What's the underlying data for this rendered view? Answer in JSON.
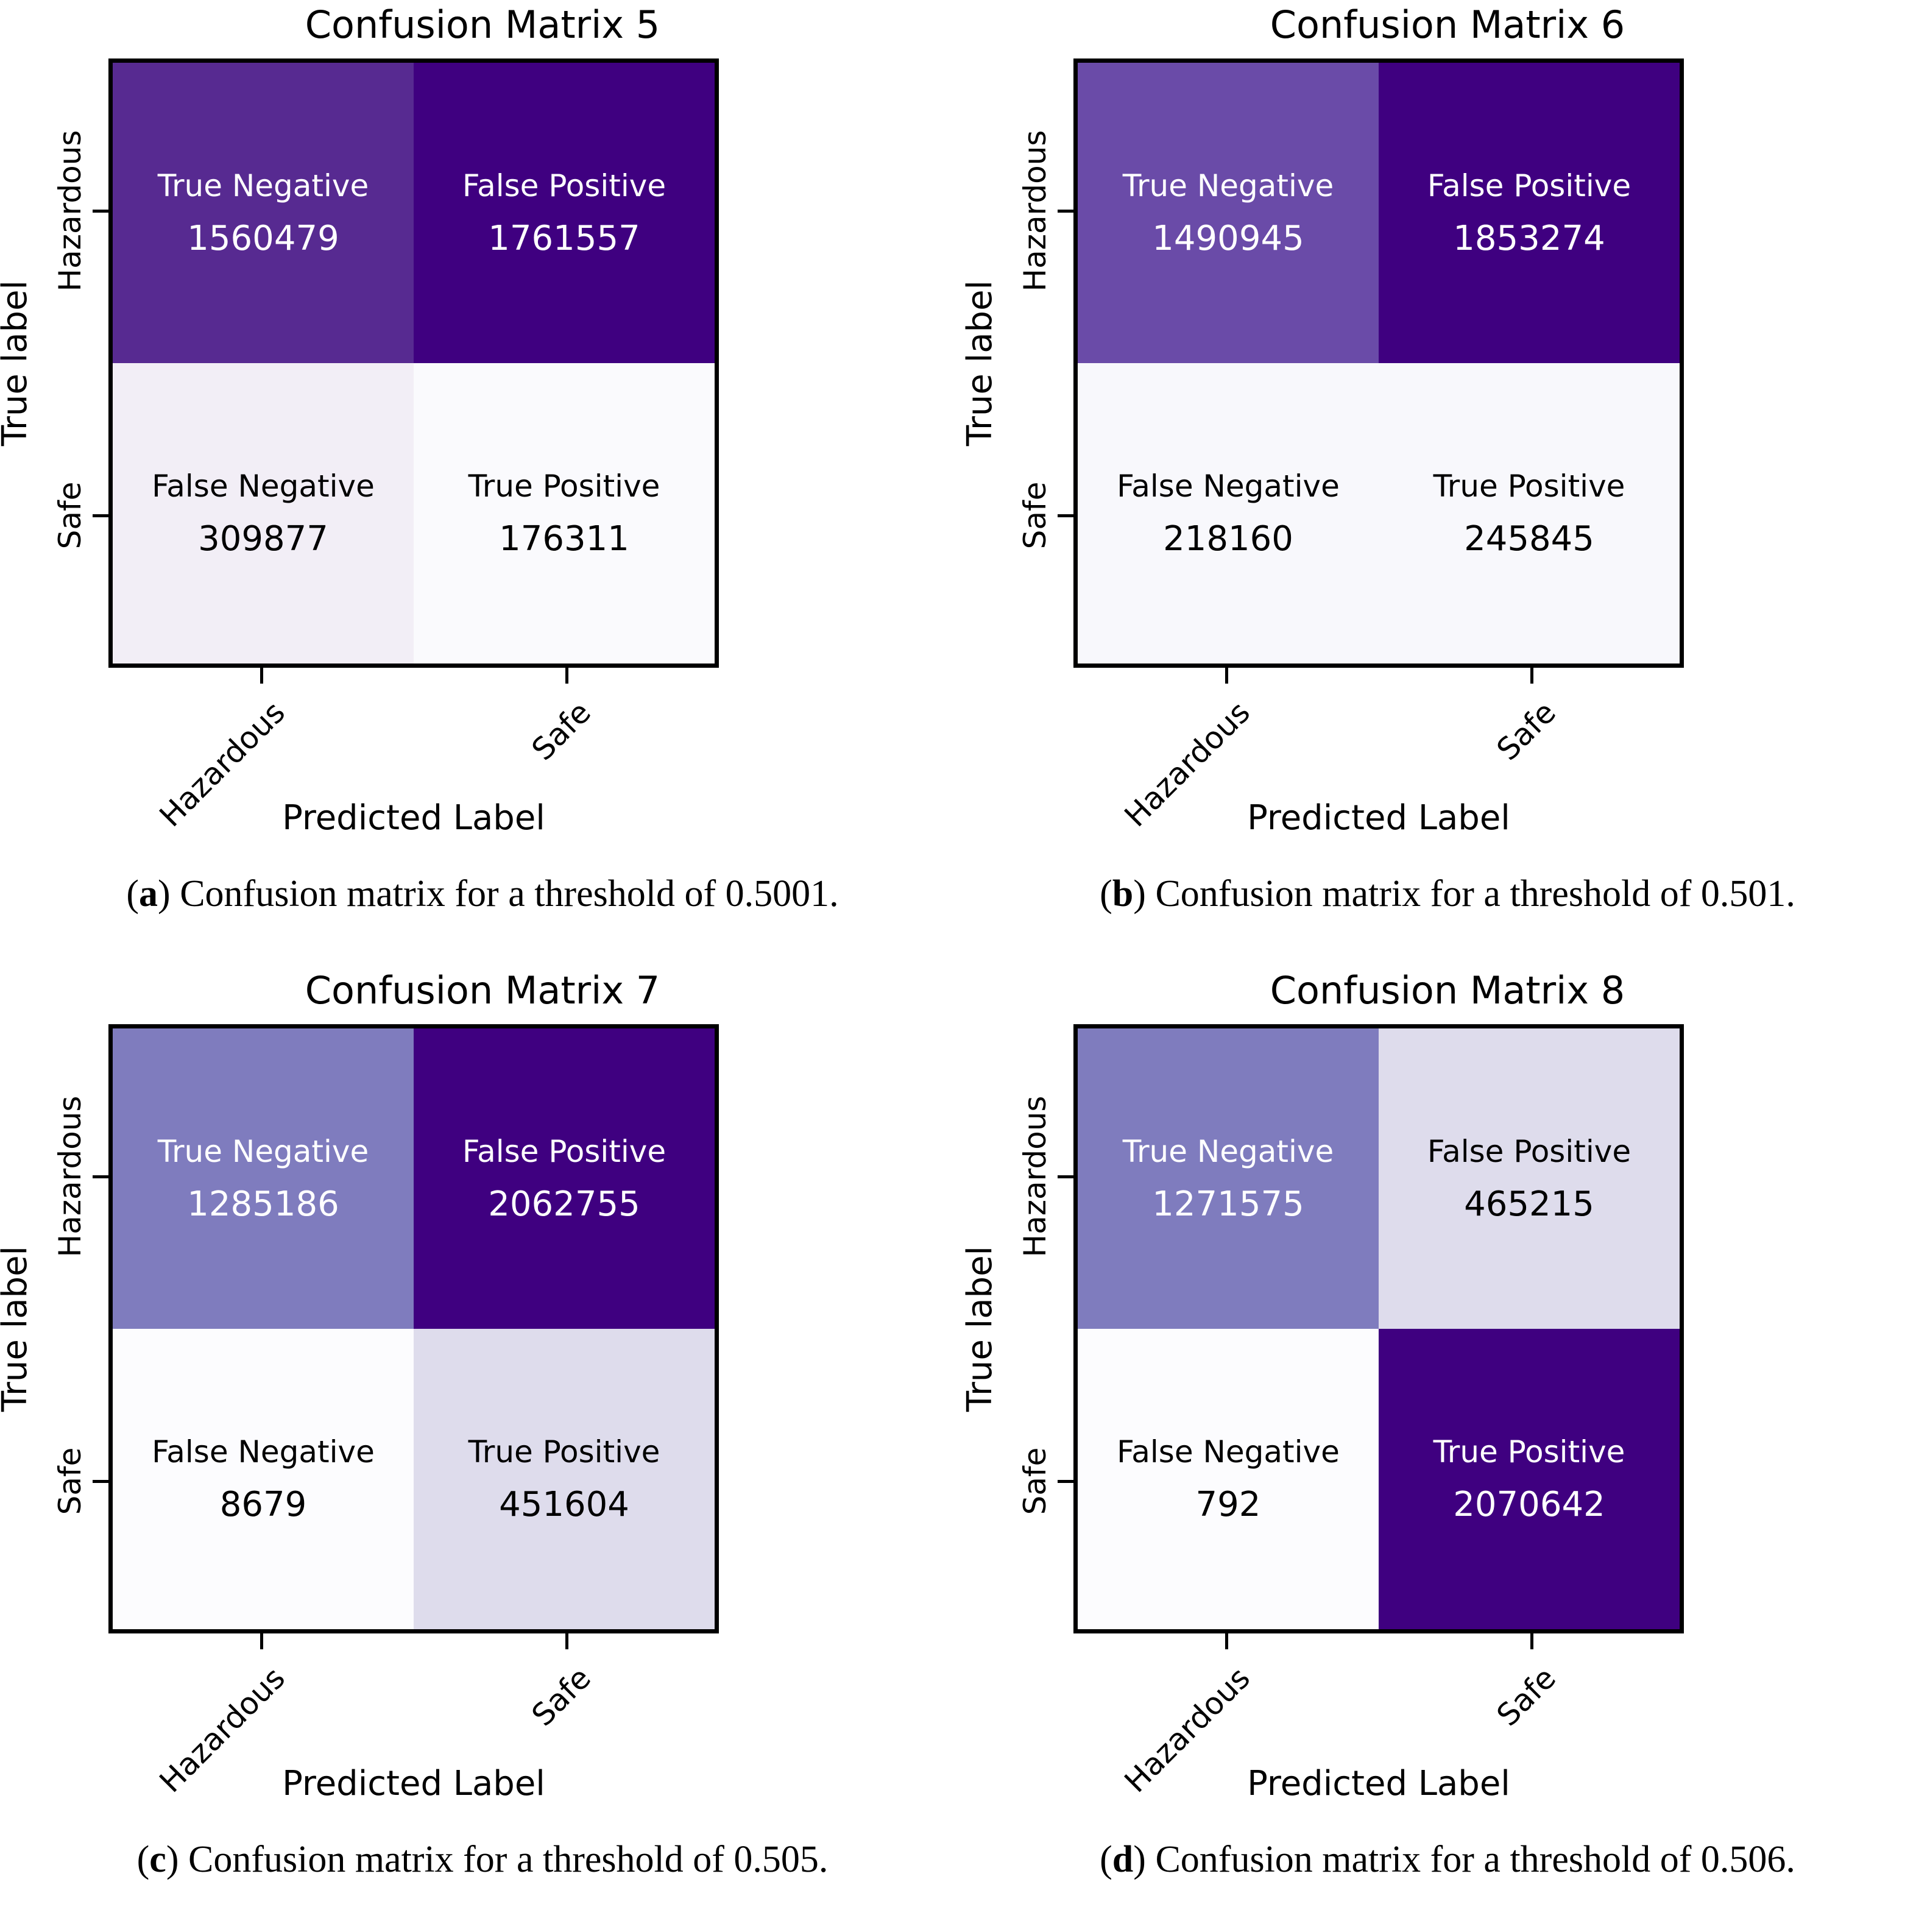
{
  "figure": {
    "axis_labels": {
      "y": "True label",
      "x": "Predicted Label"
    },
    "class_labels": [
      "Hazardous",
      "Safe"
    ],
    "cell_names": {
      "tn": "True Negative",
      "fp": "False Positive",
      "fn": "False Negative",
      "tp": "True Positive"
    },
    "colors": {
      "deepest": "#3F0080",
      "mid": "#572A91",
      "light_mid": "#7F7CBE",
      "pale": "#DEDCEC",
      "paler": "#F2EEF6",
      "palest": "#FCFCFE",
      "axis": "#000000"
    }
  },
  "chart_data": [
    {
      "type": "heatmap",
      "title": "Confusion Matrix 5",
      "xlabel": "Predicted Label",
      "ylabel": "True label",
      "xticklabels": [
        "Hazardous",
        "Safe"
      ],
      "yticklabels": [
        "Hazardous",
        "Safe"
      ],
      "cells": [
        {
          "name": "True Negative",
          "value": 1560479,
          "value_text": "1560479",
          "row": 0,
          "col": 0,
          "bg": "#572A91",
          "fg": "#ffffff"
        },
        {
          "name": "False Positive",
          "value": 1761557,
          "value_text": "1761557",
          "row": 0,
          "col": 1,
          "bg": "#3F0080",
          "fg": "#ffffff"
        },
        {
          "name": "False Negative",
          "value": 309877,
          "value_text": "309877",
          "row": 1,
          "col": 0,
          "bg": "#F2EEF6",
          "fg": "#000000"
        },
        {
          "name": "True Positive",
          "value": 176311,
          "value_text": "176311",
          "row": 1,
          "col": 1,
          "bg": "#FAFAFD",
          "fg": "#000000"
        }
      ],
      "caption_letter": "a",
      "caption_text": "Confusion matrix for a threshold of 0.5001."
    },
    {
      "type": "heatmap",
      "title": "Confusion Matrix 6",
      "xlabel": "Predicted Label",
      "ylabel": "True label",
      "xticklabels": [
        "Hazardous",
        "Safe"
      ],
      "yticklabels": [
        "Hazardous",
        "Safe"
      ],
      "cells": [
        {
          "name": "True Negative",
          "value": 1490945,
          "value_text": "1490945",
          "row": 0,
          "col": 0,
          "bg": "#6A4BA8",
          "fg": "#ffffff"
        },
        {
          "name": "False Positive",
          "value": 1853274,
          "value_text": "1853274",
          "row": 0,
          "col": 1,
          "bg": "#3F0080",
          "fg": "#ffffff"
        },
        {
          "name": "False Negative",
          "value": 218160,
          "value_text": "218160",
          "row": 1,
          "col": 0,
          "bg": "#F8F8FC",
          "fg": "#000000"
        },
        {
          "name": "True Positive",
          "value": 245845,
          "value_text": "245845",
          "row": 1,
          "col": 1,
          "bg": "#F8F8FC",
          "fg": "#000000"
        }
      ],
      "caption_letter": "b",
      "caption_text": "Confusion matrix for a threshold of 0.501."
    },
    {
      "type": "heatmap",
      "title": "Confusion Matrix 7",
      "xlabel": "Predicted Label",
      "ylabel": "True label",
      "xticklabels": [
        "Hazardous",
        "Safe"
      ],
      "yticklabels": [
        "Hazardous",
        "Safe"
      ],
      "cells": [
        {
          "name": "True Negative",
          "value": 1285186,
          "value_text": "1285186",
          "row": 0,
          "col": 0,
          "bg": "#7F7CBE",
          "fg": "#ffffff"
        },
        {
          "name": "False Positive",
          "value": 2062755,
          "value_text": "2062755",
          "row": 0,
          "col": 1,
          "bg": "#3F0080",
          "fg": "#ffffff"
        },
        {
          "name": "False Negative",
          "value": 8679,
          "value_text": "8679",
          "row": 1,
          "col": 0,
          "bg": "#FCFCFE",
          "fg": "#000000"
        },
        {
          "name": "True Positive",
          "value": 451604,
          "value_text": "451604",
          "row": 1,
          "col": 1,
          "bg": "#DEDCEC",
          "fg": "#000000"
        }
      ],
      "caption_letter": "c",
      "caption_text": "Confusion matrix for a threshold of 0.505."
    },
    {
      "type": "heatmap",
      "title": "Confusion Matrix 8",
      "xlabel": "Predicted Label",
      "ylabel": "True label",
      "xticklabels": [
        "Hazardous",
        "Safe"
      ],
      "yticklabels": [
        "Hazardous",
        "Safe"
      ],
      "cells": [
        {
          "name": "True Negative",
          "value": 1271575,
          "value_text": "1271575",
          "row": 0,
          "col": 0,
          "bg": "#7F7CBE",
          "fg": "#ffffff"
        },
        {
          "name": "False Positive",
          "value": 465215,
          "value_text": "465215",
          "row": 0,
          "col": 1,
          "bg": "#DEDCEC",
          "fg": "#000000"
        },
        {
          "name": "False Negative",
          "value": 792,
          "value_text": "792",
          "row": 1,
          "col": 0,
          "bg": "#FCFCFE",
          "fg": "#000000"
        },
        {
          "name": "True Positive",
          "value": 2070642,
          "value_text": "2070642",
          "row": 1,
          "col": 1,
          "bg": "#3F0080",
          "fg": "#ffffff"
        }
      ],
      "caption_letter": "d",
      "caption_text": "Confusion matrix for a threshold of 0.506."
    }
  ]
}
